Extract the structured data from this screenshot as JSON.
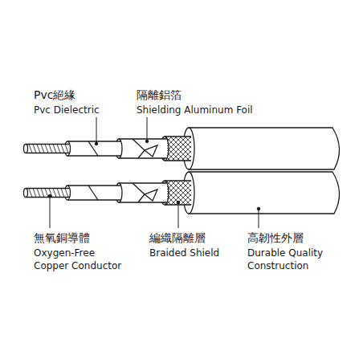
{
  "diagram": {
    "labels": [
      "Pvc絕緣",
      "Pvc Dielectric",
      "隔離鋁箔",
      "Shielding Aluminum Foil",
      "無氧銅導體",
      "Oxygen-Free Copper Conductor",
      "編織隔離層",
      "Braided Shield",
      "高韌性外層",
      "Durable Quality Construction"
    ]
  }
}
